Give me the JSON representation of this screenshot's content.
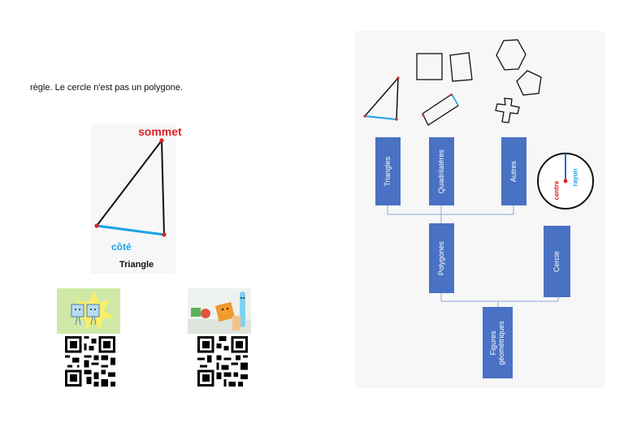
{
  "intro_text": "règle. Le cercle n'est pas un polygone.",
  "triangle_figure": {
    "vertex_label": "sommet",
    "side_label": "côté",
    "caption": "Triangle"
  },
  "diagram": {
    "boxes": {
      "triangles": "Triangles",
      "quadrilateres": "Quadrilatères",
      "autres": "Autres",
      "polygones": "Polygones",
      "cercle": "Cercle",
      "figures_line1": "Figures",
      "figures_line2": "géométriques"
    },
    "circle_labels": {
      "center": "centre",
      "radius": "rayon"
    }
  },
  "colors": {
    "box_blue": "#4a72c4",
    "vertex_red": "#e02020",
    "side_cyan": "#1aa3e8",
    "connector": "#8fa8d8"
  },
  "icons": [
    "video-thumbnail-1",
    "video-thumbnail-2",
    "qr-code-1",
    "qr-code-2"
  ]
}
